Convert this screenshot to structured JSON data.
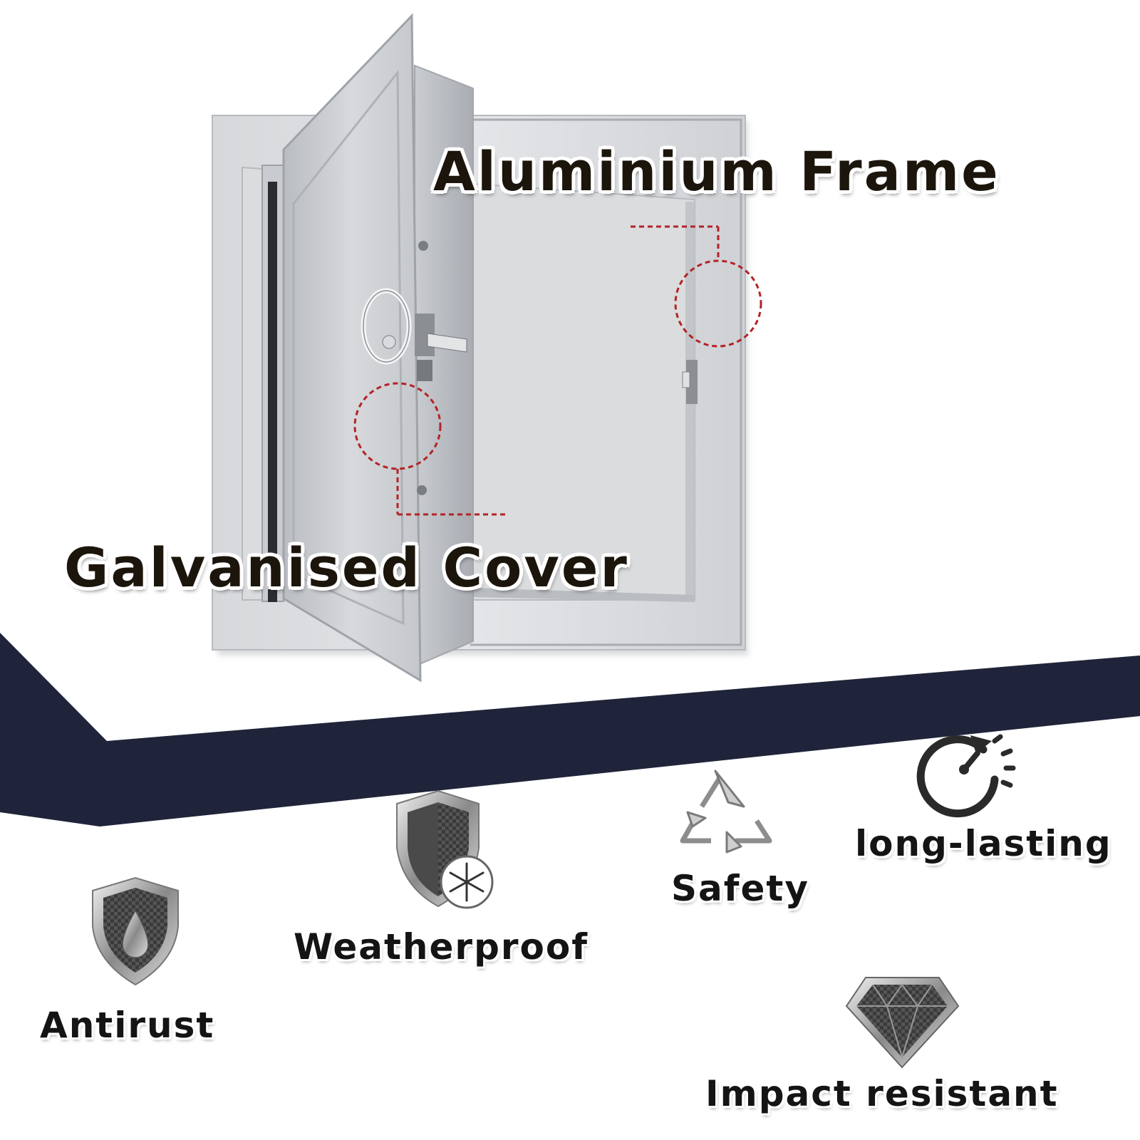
{
  "callouts": {
    "frame": "Aluminium Frame",
    "cover": "Galvanised Cover"
  },
  "features": {
    "antirust": "Antirust",
    "weatherproof": "Weatherproof",
    "safety": "Safety",
    "long_lasting": "long-lasting",
    "impact_resistant": "Impact resistant"
  },
  "colors": {
    "band": "#20243a",
    "callout_line": "#b32326",
    "metal": "#cfd2d6",
    "text": "#1b150c"
  }
}
